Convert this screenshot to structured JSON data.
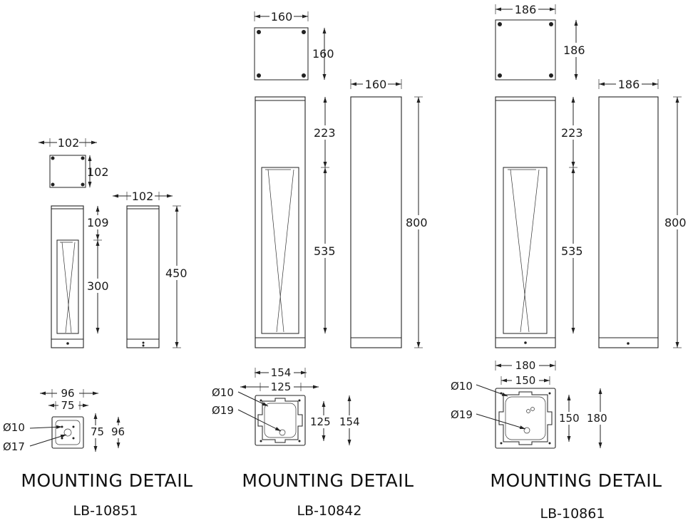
{
  "products": [
    {
      "model": "LB-10851",
      "mounting_title": "MOUNTING DETAIL",
      "top_width": "102",
      "top_depth": "102",
      "side_width": "102",
      "total_height": "450",
      "upper_height": "109",
      "window_height": "300",
      "mount_outer": "96",
      "mount_inner": "75",
      "mount_outer_v": "96",
      "mount_inner_v": "75",
      "hole_large": "Ø10",
      "hole_small": "Ø17"
    },
    {
      "model": "LB-10842",
      "mounting_title": "MOUNTING DETAIL",
      "top_width": "160",
      "top_depth": "160",
      "side_width": "160",
      "total_height": "800",
      "upper_height": "223",
      "window_height": "535",
      "mount_outer": "154",
      "mount_inner": "125",
      "mount_outer_v": "154",
      "mount_inner_v": "125",
      "hole_large": "Ø10",
      "hole_small": "Ø19"
    },
    {
      "model": "LB-10861",
      "mounting_title": "MOUNTING DETAIL",
      "top_width": "186",
      "top_depth": "186",
      "side_width": "186",
      "total_height": "800",
      "upper_height": "223",
      "window_height": "535",
      "mount_outer": "180",
      "mount_inner": "150",
      "mount_outer_v": "180",
      "mount_inner_v": "150",
      "hole_large": "Ø10",
      "hole_small": "Ø19"
    }
  ]
}
